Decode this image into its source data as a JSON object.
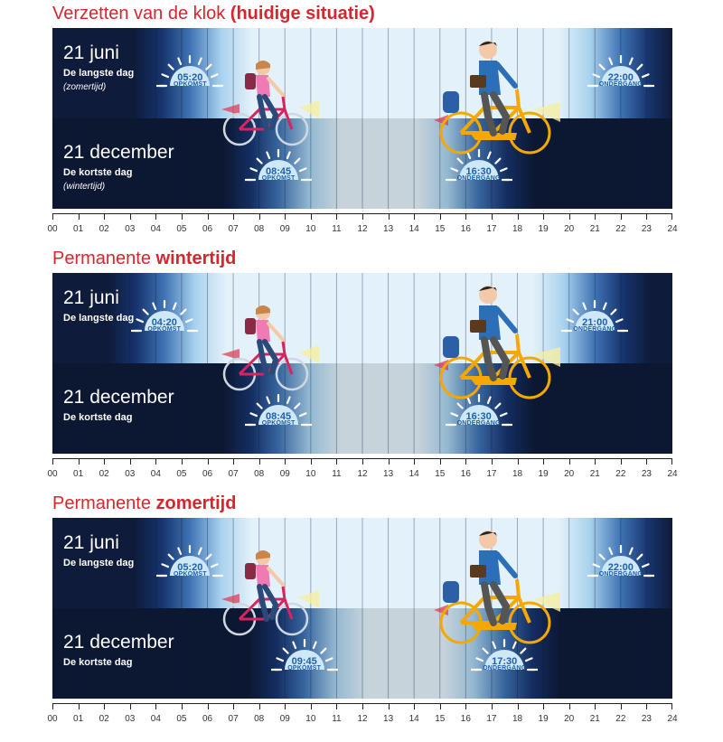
{
  "panels": [
    {
      "title_plain": "Verzetten van de klok ",
      "title_bold": "(huidige situatie)",
      "summer": {
        "date": "21 juni",
        "label": "De langste dag",
        "note": "(zomertijd)",
        "sunrise": {
          "time": "05:20",
          "label": "OPKOMST",
          "hour": 5.33
        },
        "sunset": {
          "time": "22:00",
          "label": "ONDERGANG",
          "hour": 22.0
        }
      },
      "winter": {
        "date": "21 december",
        "label": "De kortste dag",
        "note": "(wintertijd)",
        "sunrise": {
          "time": "08:45",
          "label": "OPKOMST",
          "hour": 8.75
        },
        "sunset": {
          "time": "16:30",
          "label": "ONDERGANG",
          "hour": 16.5
        }
      }
    },
    {
      "title_plain": "Permanente ",
      "title_bold": "wintertijd",
      "summer": {
        "date": "21 juni",
        "label": "De langste dag",
        "note": "",
        "sunrise": {
          "time": "04:20",
          "label": "OPKOMST",
          "hour": 4.33
        },
        "sunset": {
          "time": "21:00",
          "label": "ONDERGANG",
          "hour": 21.0
        }
      },
      "winter": {
        "date": "21 december",
        "label": "De kortste dag",
        "note": "",
        "sunrise": {
          "time": "08:45",
          "label": "OPKOMST",
          "hour": 8.75
        },
        "sunset": {
          "time": "16:30",
          "label": "ONDERGANG",
          "hour": 16.5
        }
      }
    },
    {
      "title_plain": "Permanente ",
      "title_bold": "zomertijd",
      "summer": {
        "date": "21 juni",
        "label": "De langste dag",
        "note": "",
        "sunrise": {
          "time": "05:20",
          "label": "OPKOMST",
          "hour": 5.33
        },
        "sunset": {
          "time": "22:00",
          "label": "ONDERGANG",
          "hour": 22.0
        }
      },
      "winter": {
        "date": "21 december",
        "label": "De kortste dag",
        "note": "",
        "sunrise": {
          "time": "09:45",
          "label": "OPKOMST",
          "hour": 9.75
        },
        "sunset": {
          "time": "17:30",
          "label": "ONDERGANG",
          "hour": 17.5
        }
      }
    }
  ],
  "hours": [
    "00",
    "01",
    "02",
    "03",
    "04",
    "05",
    "06",
    "07",
    "08",
    "09",
    "10",
    "11",
    "12",
    "13",
    "14",
    "15",
    "16",
    "17",
    "18",
    "19",
    "20",
    "21",
    "22",
    "23",
    "24"
  ],
  "colors": {
    "title_red": "#d7252d",
    "night": "#0e1b3a",
    "day": "#dbeef8",
    "sun_blue": "#1f5fa8",
    "bike_pink": "#d7245f",
    "bike_yellow": "#f6a800"
  },
  "icons": [
    "sun-icon",
    "girl-cyclist-icon",
    "man-cyclist-icon"
  ]
}
